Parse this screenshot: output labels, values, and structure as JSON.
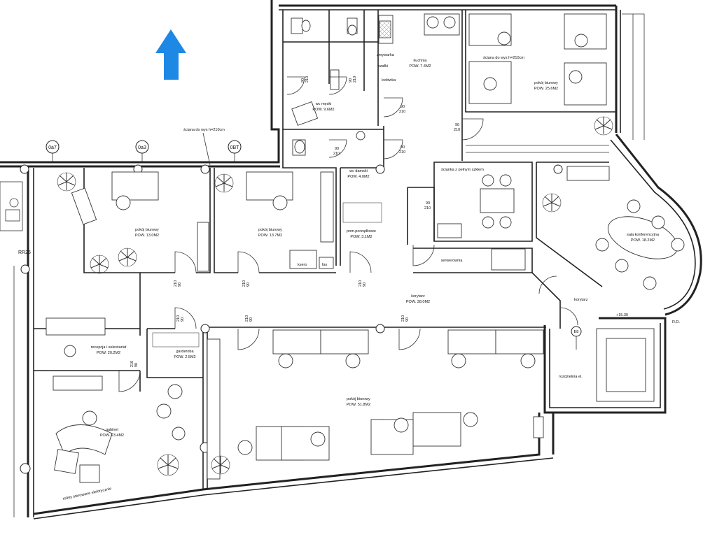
{
  "north_arrow": {
    "color": "#1e88e5"
  },
  "axis_labels": {
    "a": "0a7",
    "b": "0a3",
    "c": "0BT",
    "d": "E8"
  },
  "grid_mark": "RR25",
  "rooms": {
    "wc_men": {
      "name": "wc męski",
      "area": "POW. 9.6M2"
    },
    "kitchen": {
      "name": "kuchnia",
      "area": "POW. 7.4M2"
    },
    "office_ne": {
      "name": "pokój biurowy",
      "area": "POW. 25.6M2"
    },
    "wc_women": {
      "name": "wc damski",
      "area": "POW. 4.0M2"
    },
    "cleaning": {
      "name": "pom.porządkowe",
      "area": "POW. 3.1M2"
    },
    "office_1": {
      "name": "pokój biurowy",
      "area": "POW. 13.0M2"
    },
    "office_2": {
      "name": "pokój biurowy",
      "area": "POW. 13.7M2"
    },
    "conference": {
      "name": "sala konferencyjna",
      "area": "POW. 18.2M2"
    },
    "server": {
      "name": "serwerownia"
    },
    "corridor": {
      "name": "korytarz",
      "area": "POW. 38.0M2"
    },
    "reception": {
      "name": "recepcja i sekretariat",
      "area": "POW. 20.2M2"
    },
    "wardrobe": {
      "name": "garderoba",
      "area": "POW. 2.5M2"
    },
    "open_office": {
      "name": "pokój biurowy",
      "area": "POW. 51.8M2"
    },
    "cabinet": {
      "name": "gabinet",
      "area": "POW. 23.4M2"
    },
    "switchboard": {
      "name": "rozdzielnia el."
    },
    "corridor_small": {
      "name": "korytarz"
    }
  },
  "notes": {
    "wall_210": "ściana do wys h=210cm",
    "wall_210b": "ściana do wys h=210cm",
    "partition_glass": "ścianka z pełnym szkłem",
    "fridge": "zmywarka",
    "fridge2": "szafki",
    "fridge3": "lodówka",
    "blinds": "rolety sterowane elektrycznie",
    "copy": "ksero",
    "fax": "fax",
    "level": "+15.30",
    "rd": "R.D."
  },
  "door_labels": {
    "d90": "90",
    "d210": "210"
  }
}
